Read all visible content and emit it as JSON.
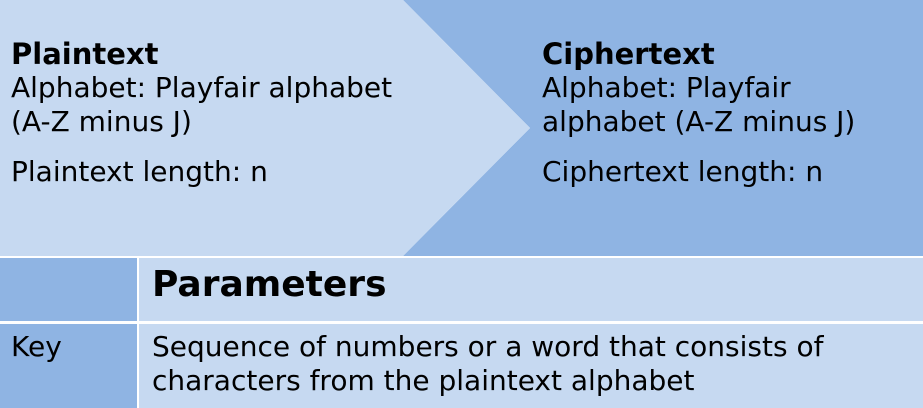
{
  "colors": {
    "light_blue": "#c6d9f1",
    "medium_blue": "#8fb4e3"
  },
  "plaintext": {
    "title": "Plaintext",
    "alphabet_line1": "Alphabet: Playfair alphabet",
    "alphabet_line2": "(A-Z minus J)",
    "length": "Plaintext length: n"
  },
  "ciphertext": {
    "title": "Ciphertext",
    "alphabet_line1": "Alphabet: Playfair",
    "alphabet_line2": "alphabet (A-Z minus J)",
    "length": "Ciphertext length: n"
  },
  "parameters": {
    "header": "Parameters",
    "rows": [
      {
        "label": "Key",
        "description_line1": "Sequence of numbers or a word that consists of",
        "description_line2": "characters from the plaintext alphabet"
      }
    ]
  }
}
